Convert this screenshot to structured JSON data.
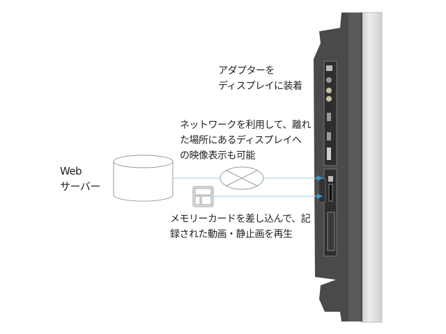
{
  "adapter_label": [
    "アダプターを",
    "ディスプレイに装着"
  ],
  "network_label": [
    "ネットワークを利用して、離れ",
    "た場所にあるディスプレイへ",
    "の映像表示も可能"
  ],
  "server_label": [
    "Web",
    "サーバー"
  ],
  "memory_label": [
    "メモリーカードを差し込んで、記",
    "録された動画・静止画を再生"
  ],
  "colors": {
    "arrow": "#2aa0e0",
    "line": "#9fd3ef",
    "outline": "#999999",
    "display_body": "#4a4a4c",
    "bezel": "#d8d8d8"
  }
}
